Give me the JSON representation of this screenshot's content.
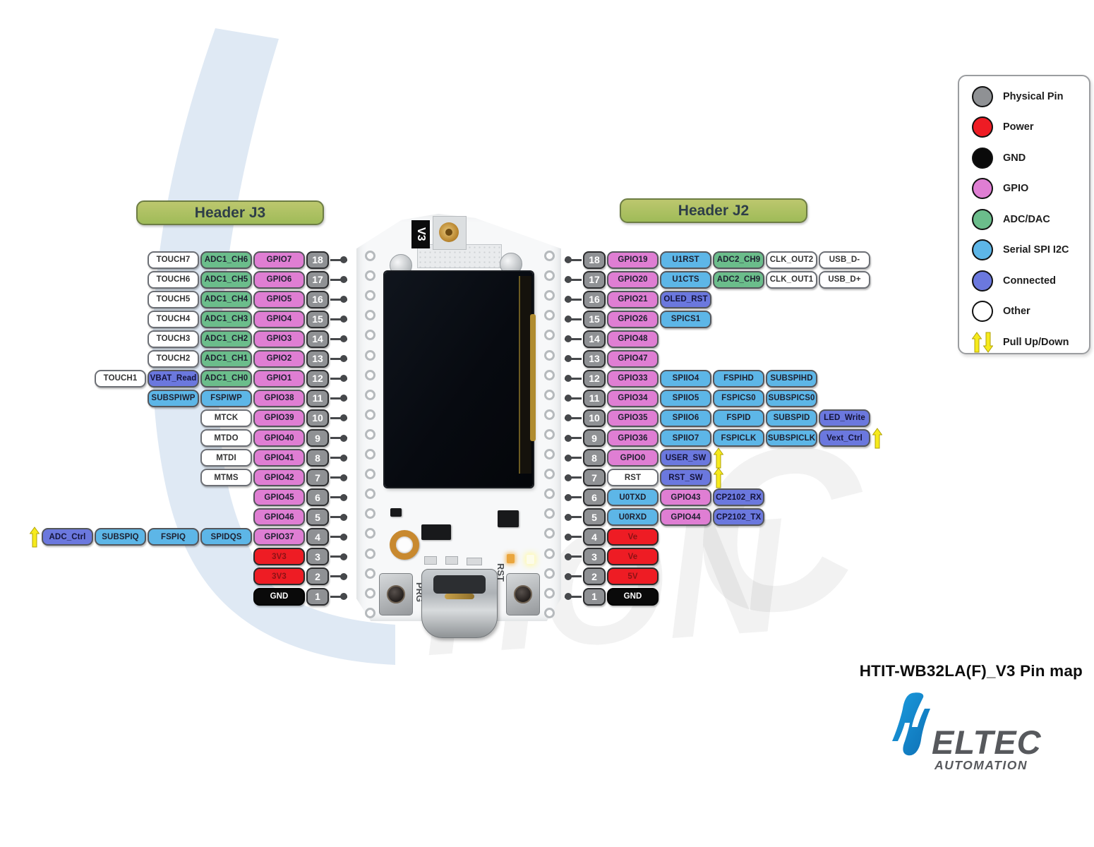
{
  "title": "HTIT-WB32LA(F)_V3 Pin map",
  "logo": {
    "h": "H",
    "name": "ELTEC",
    "sub": "AUTOMATION"
  },
  "board": {
    "version_label": "V3",
    "prg_label": "PRG",
    "rst_label": "RST"
  },
  "colors": {
    "physical": "#8f9194",
    "power": "#ee1c24",
    "gnd": "#0a0a0a",
    "gpio": "#df7ed3",
    "adc": "#6bbd8b",
    "serial": "#5db6e7",
    "connected": "#6b78de",
    "other": "#ffffff",
    "arrow": "#f6ea1c"
  },
  "legend": {
    "items": [
      {
        "label": "Physical Pin",
        "type": "physical"
      },
      {
        "label": "Power",
        "type": "power"
      },
      {
        "label": "GND",
        "type": "gnd"
      },
      {
        "label": "GPIO",
        "type": "gpio"
      },
      {
        "label": "ADC/DAC",
        "type": "adc"
      },
      {
        "label": "Serial SPI I2C",
        "type": "serial"
      },
      {
        "label": "Connected",
        "type": "connected"
      },
      {
        "label": "Other",
        "type": "other"
      },
      {
        "label": "Pull Up/Down",
        "type": "arrows"
      }
    ]
  },
  "header_j3": {
    "title": "Header J3",
    "rows": [
      {
        "pin": 18,
        "cells": [
          {
            "label": "TOUCH7",
            "type": "other"
          },
          {
            "label": "ADC1_CH6",
            "type": "adc"
          },
          {
            "label": "GPIO7",
            "type": "gpio"
          }
        ]
      },
      {
        "pin": 17,
        "cells": [
          {
            "label": "TOUCH6",
            "type": "other"
          },
          {
            "label": "ADC1_CH5",
            "type": "adc"
          },
          {
            "label": "GPIO6",
            "type": "gpio"
          }
        ]
      },
      {
        "pin": 16,
        "cells": [
          {
            "label": "TOUCH5",
            "type": "other"
          },
          {
            "label": "ADC1_CH4",
            "type": "adc"
          },
          {
            "label": "GPIO5",
            "type": "gpio"
          }
        ]
      },
      {
        "pin": 15,
        "cells": [
          {
            "label": "TOUCH4",
            "type": "other"
          },
          {
            "label": "ADC1_CH3",
            "type": "adc"
          },
          {
            "label": "GPIO4",
            "type": "gpio"
          }
        ]
      },
      {
        "pin": 14,
        "cells": [
          {
            "label": "TOUCH3",
            "type": "other"
          },
          {
            "label": "ADC1_CH2",
            "type": "adc"
          },
          {
            "label": "GPIO3",
            "type": "gpio"
          }
        ]
      },
      {
        "pin": 13,
        "cells": [
          {
            "label": "TOUCH2",
            "type": "other"
          },
          {
            "label": "ADC1_CH1",
            "type": "adc"
          },
          {
            "label": "GPIO2",
            "type": "gpio"
          }
        ]
      },
      {
        "pin": 12,
        "cells": [
          {
            "label": "TOUCH1",
            "type": "other"
          },
          {
            "label": "VBAT_Read",
            "type": "connected"
          },
          {
            "label": "ADC1_CH0",
            "type": "adc"
          },
          {
            "label": "GPIO1",
            "type": "gpio"
          }
        ]
      },
      {
        "pin": 11,
        "cells": [
          {
            "label": "SUBSPIWP",
            "type": "serial"
          },
          {
            "label": "FSPIWP",
            "type": "serial"
          },
          {
            "label": "GPIO38",
            "type": "gpio"
          }
        ]
      },
      {
        "pin": 10,
        "cells": [
          {
            "label": "MTCK",
            "type": "other"
          },
          {
            "label": "GPIO39",
            "type": "gpio"
          }
        ]
      },
      {
        "pin": 9,
        "cells": [
          {
            "label": "MTDO",
            "type": "other"
          },
          {
            "label": "GPIO40",
            "type": "gpio"
          }
        ]
      },
      {
        "pin": 8,
        "cells": [
          {
            "label": "MTDI",
            "type": "other"
          },
          {
            "label": "GPIO41",
            "type": "gpio"
          }
        ]
      },
      {
        "pin": 7,
        "cells": [
          {
            "label": "MTMS",
            "type": "other"
          },
          {
            "label": "GPIO42",
            "type": "gpio"
          }
        ]
      },
      {
        "pin": 6,
        "cells": [
          {
            "label": "GPIO45",
            "type": "gpio"
          }
        ]
      },
      {
        "pin": 5,
        "cells": [
          {
            "label": "GPIO46",
            "type": "gpio"
          }
        ]
      },
      {
        "pin": 4,
        "arrow": "before",
        "cells": [
          {
            "label": "ADC_Ctrl",
            "type": "connected"
          },
          {
            "label": "SUBSPIQ",
            "type": "serial"
          },
          {
            "label": "FSPIQ",
            "type": "serial"
          },
          {
            "label": "SPIDQS",
            "type": "serial"
          },
          {
            "label": "GPIO37",
            "type": "gpio"
          }
        ]
      },
      {
        "pin": 3,
        "cells": [
          {
            "label": "3V3",
            "type": "power"
          }
        ]
      },
      {
        "pin": 2,
        "cells": [
          {
            "label": "3V3",
            "type": "power"
          }
        ]
      },
      {
        "pin": 1,
        "cells": [
          {
            "label": "GND",
            "type": "gnd"
          }
        ]
      }
    ]
  },
  "header_j2": {
    "title": "Header J2",
    "rows": [
      {
        "pin": 18,
        "cells": [
          {
            "label": "GPIO19",
            "type": "gpio"
          },
          {
            "label": "U1RST",
            "type": "serial"
          },
          {
            "label": "ADC2_CH9",
            "type": "adc"
          },
          {
            "label": "CLK_OUT2",
            "type": "other"
          },
          {
            "label": "USB_D-",
            "type": "other"
          }
        ]
      },
      {
        "pin": 17,
        "cells": [
          {
            "label": "GPIO20",
            "type": "gpio"
          },
          {
            "label": "U1CTS",
            "type": "serial"
          },
          {
            "label": "ADC2_CH9",
            "type": "adc"
          },
          {
            "label": "CLK_OUT1",
            "type": "other"
          },
          {
            "label": "USB_D+",
            "type": "other"
          }
        ]
      },
      {
        "pin": 16,
        "cells": [
          {
            "label": "GPIO21",
            "type": "gpio"
          },
          {
            "label": "OLED_RST",
            "type": "connected"
          }
        ]
      },
      {
        "pin": 15,
        "cells": [
          {
            "label": "GPIO26",
            "type": "gpio"
          },
          {
            "label": "SPICS1",
            "type": "serial"
          }
        ]
      },
      {
        "pin": 14,
        "cells": [
          {
            "label": "GPIO48",
            "type": "gpio"
          }
        ]
      },
      {
        "pin": 13,
        "cells": [
          {
            "label": "GPIO47",
            "type": "gpio"
          }
        ]
      },
      {
        "pin": 12,
        "cells": [
          {
            "label": "GPIO33",
            "type": "gpio"
          },
          {
            "label": "SPIIO4",
            "type": "serial"
          },
          {
            "label": "FSPIHD",
            "type": "serial"
          },
          {
            "label": "SUBSPIHD",
            "type": "serial"
          }
        ]
      },
      {
        "pin": 11,
        "cells": [
          {
            "label": "GPIO34",
            "type": "gpio"
          },
          {
            "label": "SPIIO5",
            "type": "serial"
          },
          {
            "label": "FSPICS0",
            "type": "serial"
          },
          {
            "label": "SUBSPICS0",
            "type": "serial"
          }
        ]
      },
      {
        "pin": 10,
        "cells": [
          {
            "label": "GPIO35",
            "type": "gpio"
          },
          {
            "label": "SPIIO6",
            "type": "serial"
          },
          {
            "label": "FSPID",
            "type": "serial"
          },
          {
            "label": "SUBSPID",
            "type": "serial"
          },
          {
            "label": "LED_Write",
            "type": "connected"
          }
        ]
      },
      {
        "pin": 9,
        "arrow": "after",
        "cells": [
          {
            "label": "GPIO36",
            "type": "gpio"
          },
          {
            "label": "SPIIO7",
            "type": "serial"
          },
          {
            "label": "FSPICLK",
            "type": "serial"
          },
          {
            "label": "SUBSPICLK",
            "type": "serial"
          },
          {
            "label": "Vext_Ctrl",
            "type": "connected"
          }
        ]
      },
      {
        "pin": 8,
        "arrow": "after",
        "cells": [
          {
            "label": "GPIO0",
            "type": "gpio"
          },
          {
            "label": "USER_SW",
            "type": "connected"
          }
        ]
      },
      {
        "pin": 7,
        "arrow": "after",
        "cells": [
          {
            "label": "RST",
            "type": "other"
          },
          {
            "label": "RST_SW",
            "type": "connected"
          }
        ]
      },
      {
        "pin": 6,
        "cells": [
          {
            "label": "U0TXD",
            "type": "serial"
          },
          {
            "label": "GPIO43",
            "type": "gpio"
          },
          {
            "label": "CP2102_RX",
            "type": "connected"
          }
        ]
      },
      {
        "pin": 5,
        "cells": [
          {
            "label": "U0RXD",
            "type": "serial"
          },
          {
            "label": "GPIO44",
            "type": "gpio"
          },
          {
            "label": "CP2102_TX",
            "type": "connected"
          }
        ]
      },
      {
        "pin": 4,
        "cells": [
          {
            "label": "Ve",
            "type": "power"
          }
        ]
      },
      {
        "pin": 3,
        "cells": [
          {
            "label": "Ve",
            "type": "power"
          }
        ]
      },
      {
        "pin": 2,
        "cells": [
          {
            "label": "5V",
            "type": "power"
          }
        ]
      },
      {
        "pin": 1,
        "cells": [
          {
            "label": "GND",
            "type": "gnd"
          }
        ]
      }
    ]
  }
}
